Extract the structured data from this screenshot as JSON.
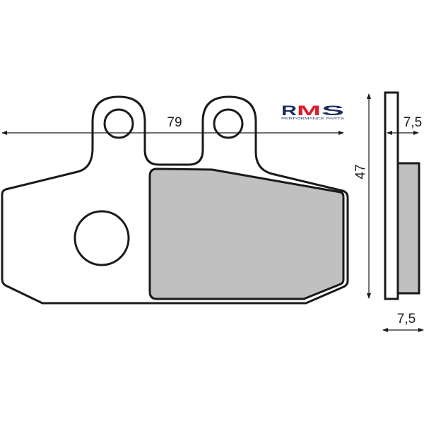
{
  "colors": {
    "outline": "#1a1a1a",
    "friction_fill": "#c0c0c0",
    "background": "#ffffff",
    "logo_navy": "#1b2c5e",
    "logo_red": "#d81e2c"
  },
  "logo": {
    "letters": [
      "R",
      "M",
      "S"
    ],
    "tagline": "PERFORMANCE PARTS"
  },
  "dimensions": {
    "width_label": "79",
    "height_label": "47",
    "backplate_thickness_label": "7,5",
    "total_thickness_label": "7,5"
  },
  "views": {
    "front": "front-view-brake-pad",
    "side": "side-view-brake-pad"
  }
}
